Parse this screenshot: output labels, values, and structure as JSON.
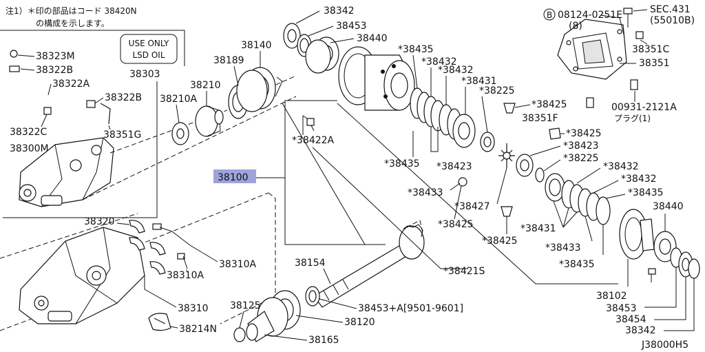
{
  "note": {
    "line1": "注1）＊印の部品はコード 38420N",
    "line2": "の構成を示します。"
  },
  "lsd_box": {
    "line1": "USE ONLY",
    "line2": "LSD OIL"
  },
  "highlight": {
    "part": "38100",
    "color": "#9ea3dc"
  },
  "sec_ref": {
    "line1": "SEC.431",
    "line2": "(55010B)"
  },
  "bolt_ref": {
    "circled": "B",
    "code": "08124-0251E",
    "qty": "(8)"
  },
  "plug": {
    "code": "00931-2121A",
    "name": "プラグ(1)"
  },
  "diagram_id": "J38000H5",
  "labels": {
    "p38342_t": "38342",
    "p38453_t": "38453",
    "p38440_t": "38440",
    "p38435_t": "*38435",
    "p38432_a": "*38432",
    "p38432_b": "*38432",
    "p38431_t": "*38431",
    "p38225_t": "*38225",
    "p38425_a": "*38425",
    "p38351F": "38351F",
    "p38425_b": "*38425",
    "p38423_r": "*38423",
    "p38225_r": "*38225",
    "p38432_r1": "*38432",
    "p38432_r2": "*38432",
    "p38435_r": "*38435",
    "p38440_r": "38440",
    "p38435_m": "*38435",
    "p38423_m": "*38423",
    "p38433_m": "*38433",
    "p38427": "*38427",
    "p38425_m": "*38425",
    "p38425_m2": "*38425",
    "p38431_r": "*38431",
    "p38433_r": "*38433",
    "p38435_r2": "*38435",
    "p38421S": "*38421S",
    "p38422A": "*38422A",
    "p38351C": "38351C",
    "p38351": "38351",
    "p38323M": "38323M",
    "p38322B": "38322B",
    "p38322A": "38322A",
    "p38322B2": "38322B",
    "p38322C": "38322C",
    "p38351G": "38351G",
    "p38300M": "38300M",
    "p38303": "38303",
    "p38140": "38140",
    "p38189": "38189",
    "p38210": "38210",
    "p38210A": "38210A",
    "p38320": "38320",
    "p38310A": "38310A",
    "p38310A2": "38310A",
    "p38310": "38310",
    "p38214N": "38214N",
    "p38154": "38154",
    "p38125": "38125",
    "p38453A": "38453+A[9501-9601]",
    "p38120": "38120",
    "p38165": "38165",
    "p38102": "38102",
    "p38453_b": "38453",
    "p38454": "38454",
    "p38342_b": "38342"
  }
}
